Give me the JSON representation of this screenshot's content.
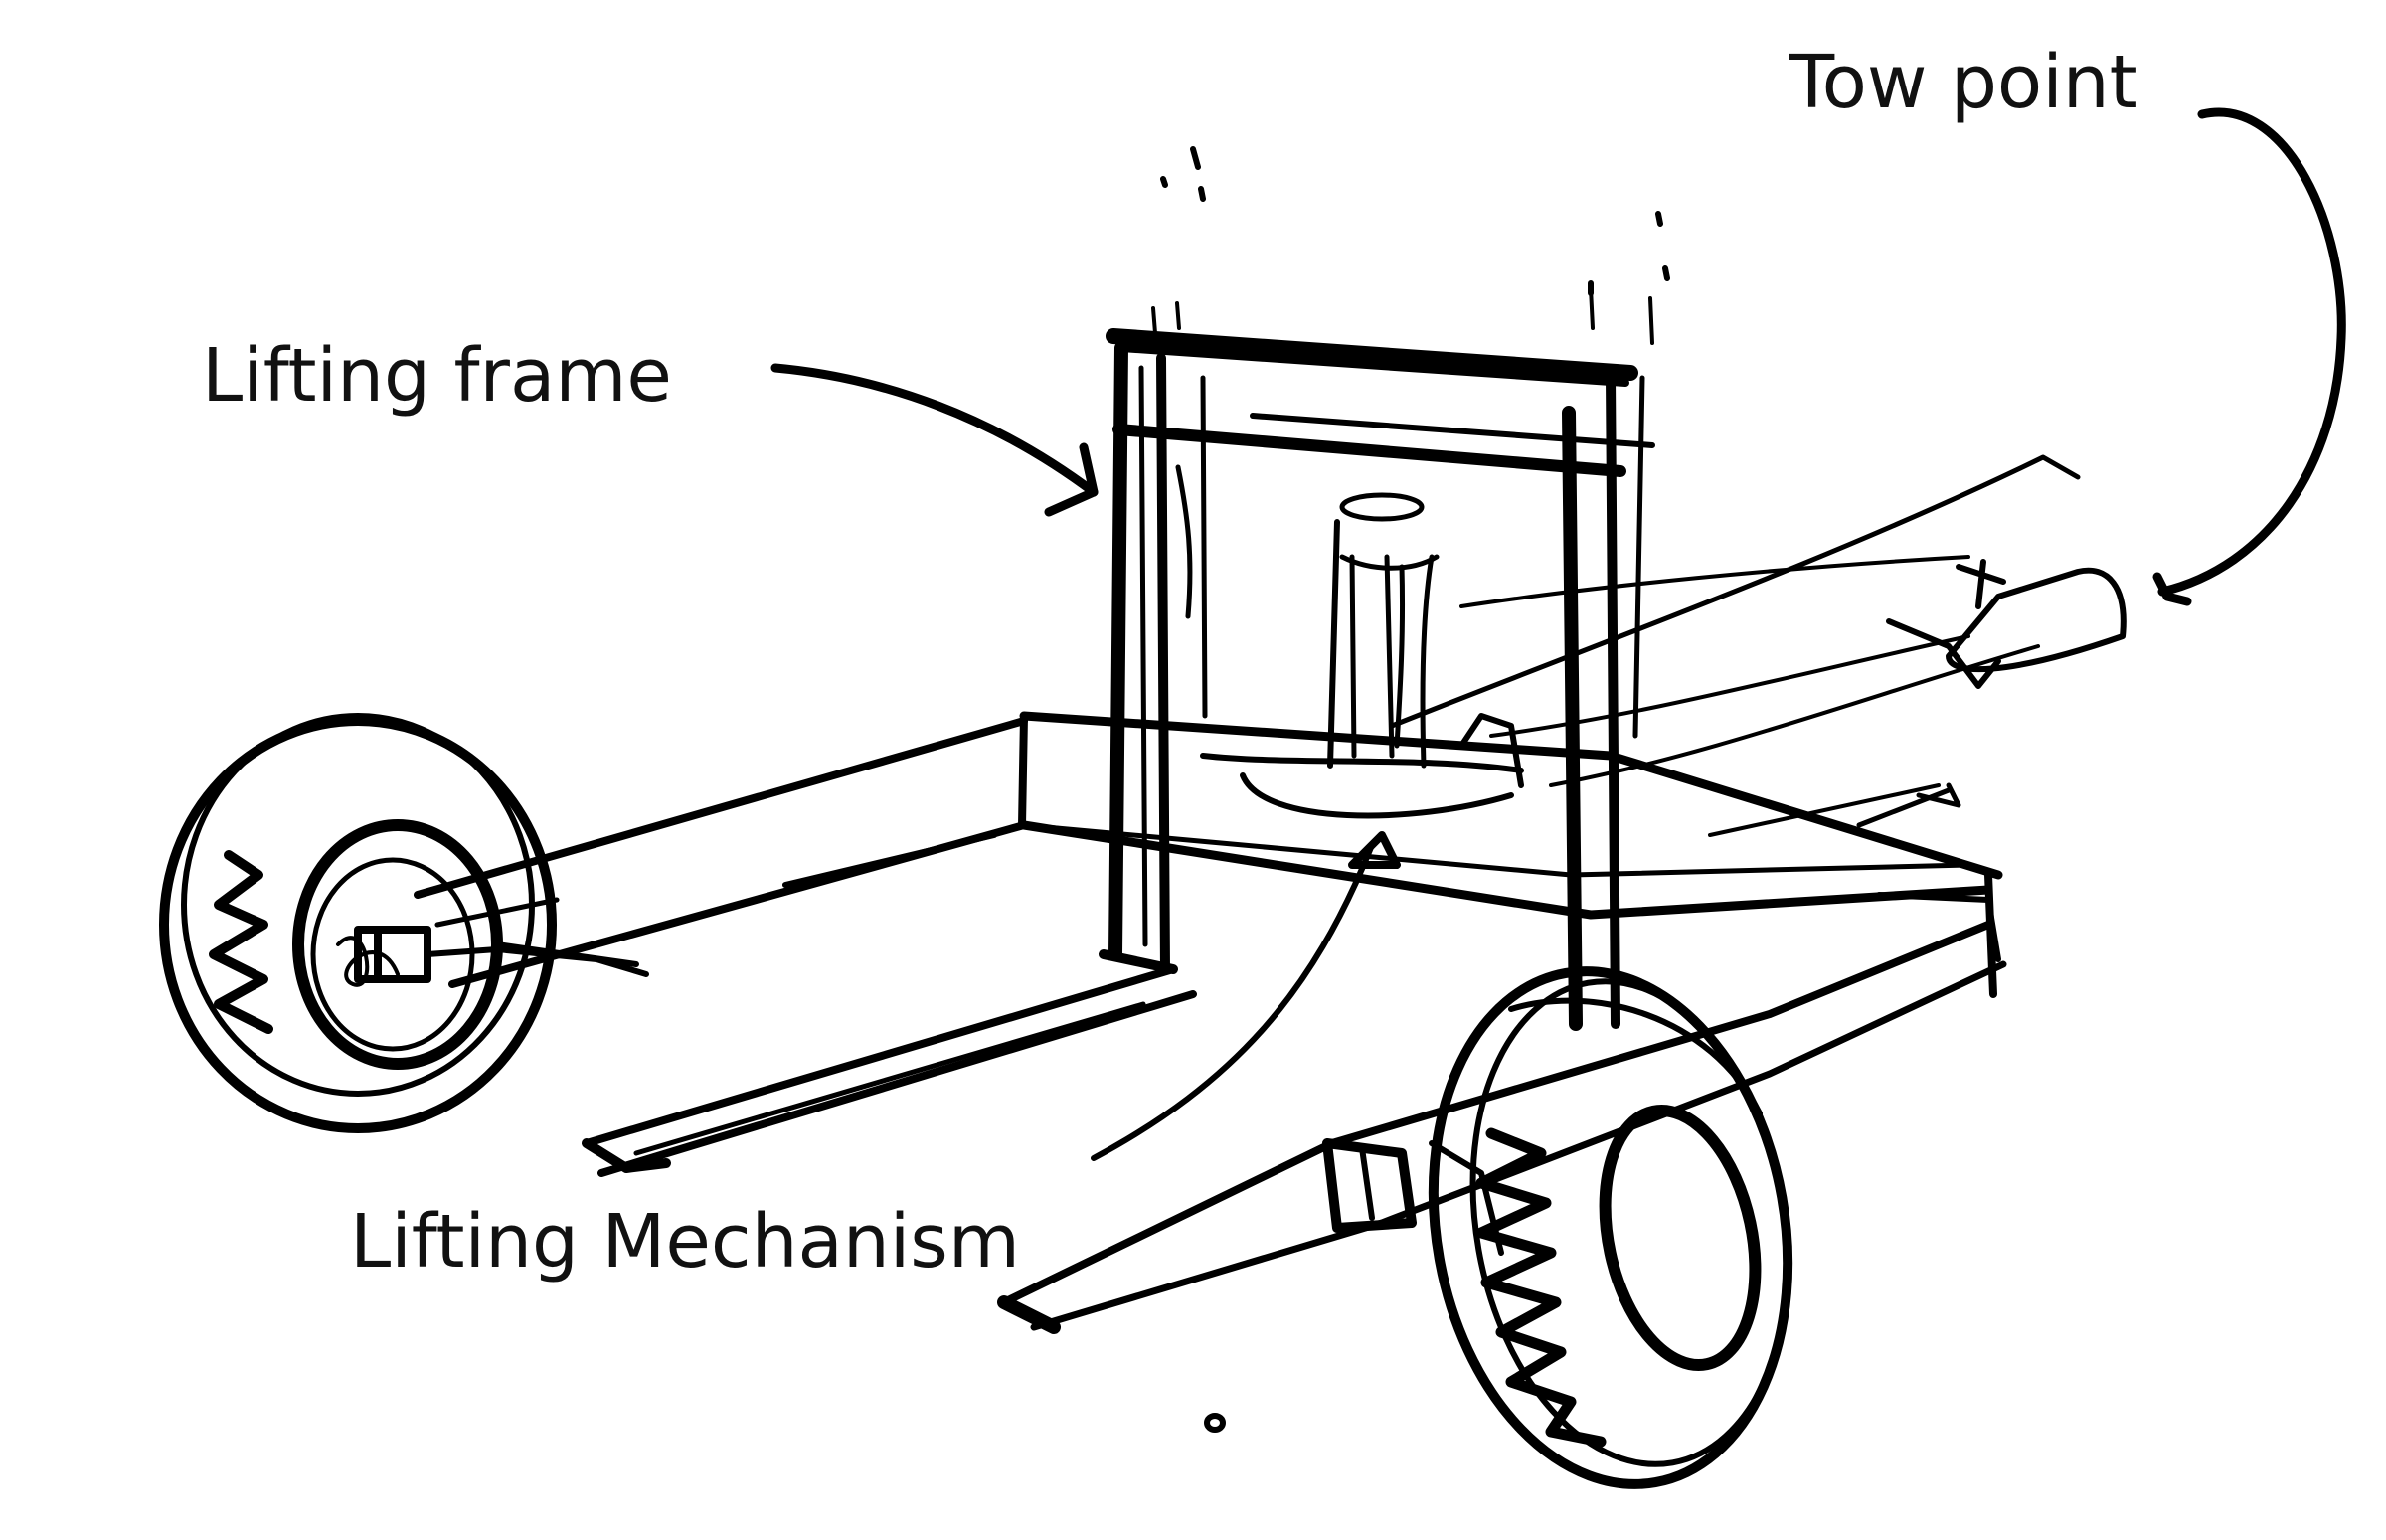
{
  "labels": {
    "tow_point": "Tow point",
    "lifting_frame": "Lifting frame",
    "lifting_mechanism": "Lifting Mechanism"
  },
  "colors": {
    "ink": "#000000",
    "background": "#ffffff"
  }
}
